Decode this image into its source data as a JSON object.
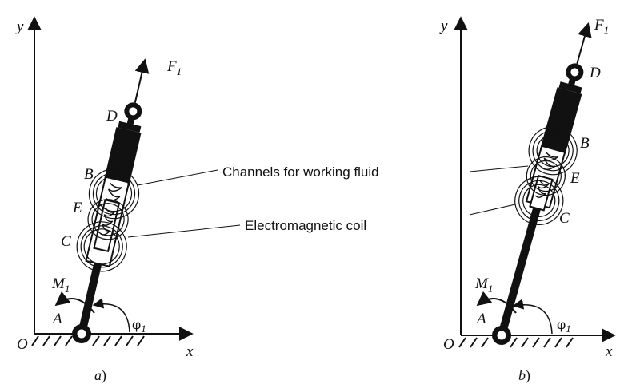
{
  "callouts": {
    "channels": "Channels for working fluid",
    "coil": "Electromagnetic coil"
  },
  "panel_a": {
    "axis_x": "x",
    "axis_y": "y",
    "origin": "O",
    "point_a": "A",
    "point_b": "B",
    "point_c": "C",
    "point_d": "D",
    "point_e": "E",
    "force": "F",
    "force_sub": "1",
    "moment": "M",
    "moment_sub": "1",
    "angle": "φ",
    "angle_sub": "1",
    "caption_letter": "a",
    "caption_paren": ")"
  },
  "panel_b": {
    "axis_x": "x",
    "axis_y": "y",
    "origin": "O",
    "point_a": "A",
    "point_b": "B",
    "point_c": "C",
    "point_d": "D",
    "point_e": "E",
    "force": "F",
    "force_sub": "1",
    "moment": "M",
    "moment_sub": "1",
    "angle": "φ",
    "angle_sub": "1",
    "caption_letter": "b",
    "caption_paren": ")"
  }
}
